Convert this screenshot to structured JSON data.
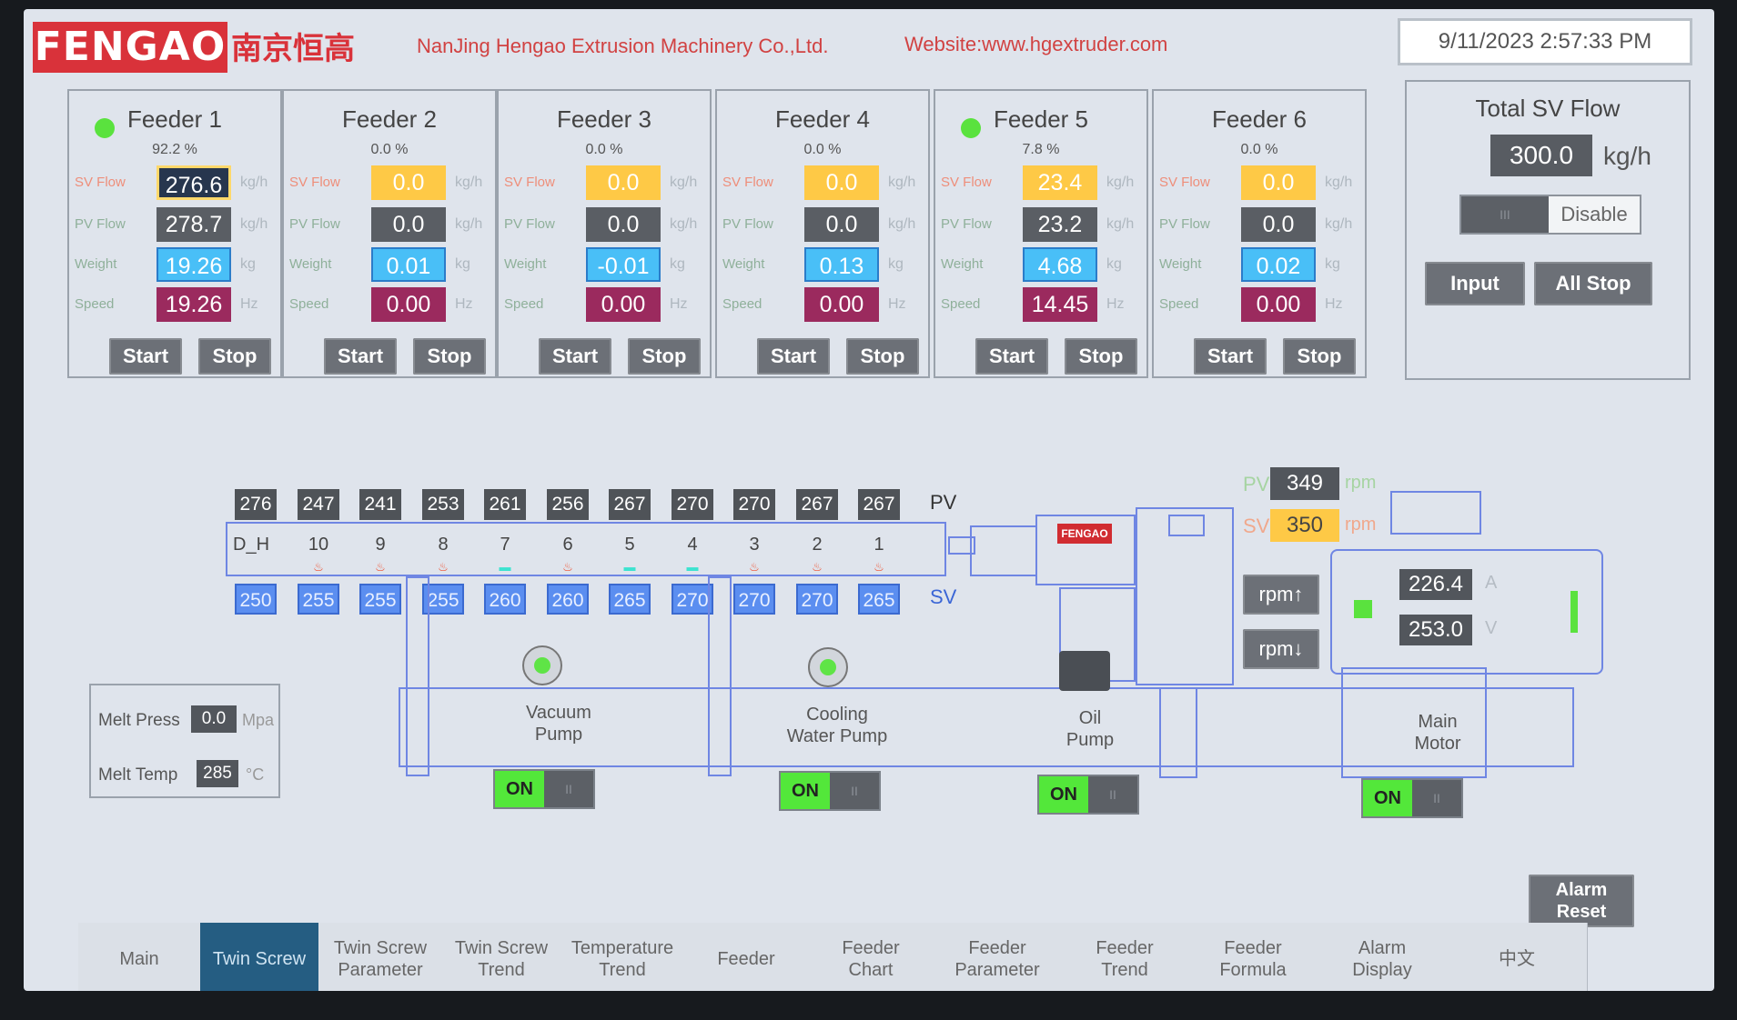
{
  "header": {
    "logo": "FENGAO",
    "cn_name": "南京恒高",
    "company": "NanJing Hengao Extrusion Machinery Co.,Ltd.",
    "website": "Website:www.hgextruder.com",
    "datetime": "9/11/2023 2:57:33 PM"
  },
  "labels": {
    "sv_flow": "SV Flow",
    "pv_flow": "PV Flow",
    "weight": "Weight",
    "speed": "Speed",
    "pct": "%",
    "unit_flow": "kg/h",
    "unit_weight": "kg",
    "unit_speed": "Hz",
    "start": "Start",
    "stop": "Stop"
  },
  "feeders": [
    {
      "name": "Feeder 1",
      "pct": "92.2",
      "sv": "276.6",
      "pv": "278.7",
      "weight": "19.26",
      "speed": "19.26",
      "running": true
    },
    {
      "name": "Feeder 2",
      "pct": "0.0",
      "sv": "0.0",
      "pv": "0.0",
      "weight": "0.01",
      "speed": "0.00",
      "running": false
    },
    {
      "name": "Feeder 3",
      "pct": "0.0",
      "sv": "0.0",
      "pv": "0.0",
      "weight": "-0.01",
      "speed": "0.00",
      "running": false
    },
    {
      "name": "Feeder 4",
      "pct": "0.0",
      "sv": "0.0",
      "pv": "0.0",
      "weight": "0.13",
      "speed": "0.00",
      "running": false
    },
    {
      "name": "Feeder 5",
      "pct": "7.8",
      "sv": "23.4",
      "pv": "23.2",
      "weight": "4.68",
      "speed": "14.45",
      "running": true
    },
    {
      "name": "Feeder 6",
      "pct": "0.0",
      "sv": "0.0",
      "pv": "0.0",
      "weight": "0.02",
      "speed": "0.00",
      "running": false
    }
  ],
  "total": {
    "title": "Total SV Flow",
    "value": "300.0",
    "unit": "kg/h",
    "toggle_off": "III",
    "disable": "Disable",
    "input": "Input",
    "all_stop": "All Stop"
  },
  "extruder": {
    "pv_label": "PV",
    "sv_label": "SV",
    "dh_label": "D_H",
    "pv_temps": [
      "276",
      "247",
      "241",
      "253",
      "261",
      "256",
      "267",
      "270",
      "270",
      "267",
      "267"
    ],
    "zones": [
      "10",
      "9",
      "8",
      "7",
      "6",
      "5",
      "4",
      "3",
      "2",
      "1"
    ],
    "sv_temps": [
      "250",
      "255",
      "255",
      "255",
      "260",
      "260",
      "265",
      "270",
      "270",
      "270",
      "265"
    ],
    "brand_plate": "FENGAO"
  },
  "screw": {
    "pv_label": "PV",
    "pv_value": "349",
    "sv_label": "SV",
    "sv_value": "350",
    "unit": "rpm",
    "rpm_up": "rpm↑",
    "rpm_down": "rpm↓"
  },
  "motor": {
    "current": "226.4",
    "current_unit": "A",
    "voltage": "253.0",
    "voltage_unit": "V"
  },
  "melt": {
    "press_label": "Melt Press",
    "press_value": "0.0",
    "press_unit": "Mpa",
    "temp_label": "Melt Temp",
    "temp_value": "285",
    "temp_unit": "°C"
  },
  "machines": {
    "vacuum": "Vacuum\nPump",
    "cooling": "Cooling\nWater Pump",
    "oil": "Oil\nPump",
    "main_motor": "Main\nMotor",
    "on": "ON",
    "off": "II"
  },
  "alarm_reset": "Alarm\nReset",
  "tabs": [
    "Main",
    "Twin Screw",
    "Twin Screw\nParameter",
    "Twin Screw\nTrend",
    "Temperature\nTrend",
    "Feeder",
    "Feeder\nChart",
    "Feeder\nParameter",
    "Feeder\nTrend",
    "Feeder\nFormula",
    "Alarm\nDisplay",
    "中文"
  ],
  "active_tab": "Twin Screw"
}
